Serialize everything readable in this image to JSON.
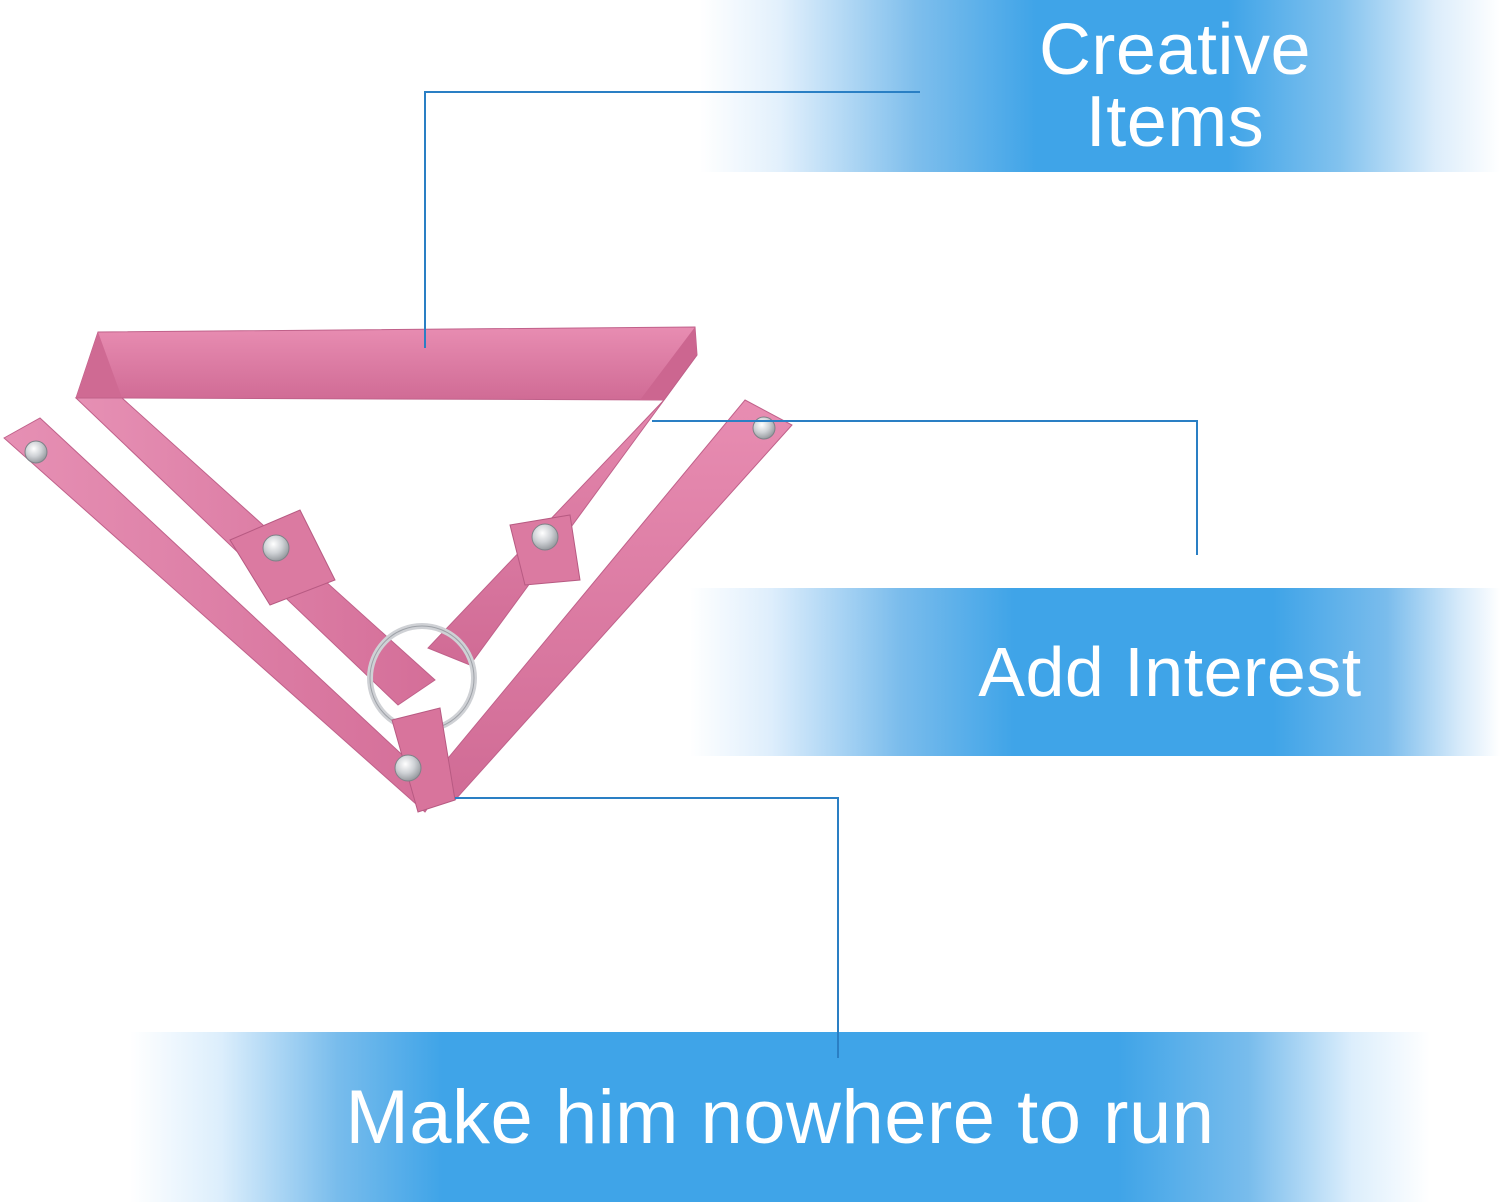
{
  "callouts": {
    "creative_line1": "Creative",
    "creative_line2": "Items",
    "add_interest": "Add Interest",
    "nowhere_to_run": "Make him nowhere to run"
  },
  "colors": {
    "banner_blue": "#3fa4e8",
    "leader_line": "#2a7fc4",
    "strap_pink": "#d9739c",
    "strap_pink_light": "#e58bb0",
    "strap_pink_dark": "#c2628a",
    "snap_metal": "#c9ccd1",
    "ring_metal": "#d6d8dc"
  },
  "icons": {
    "product": "pink-harness-icon"
  }
}
